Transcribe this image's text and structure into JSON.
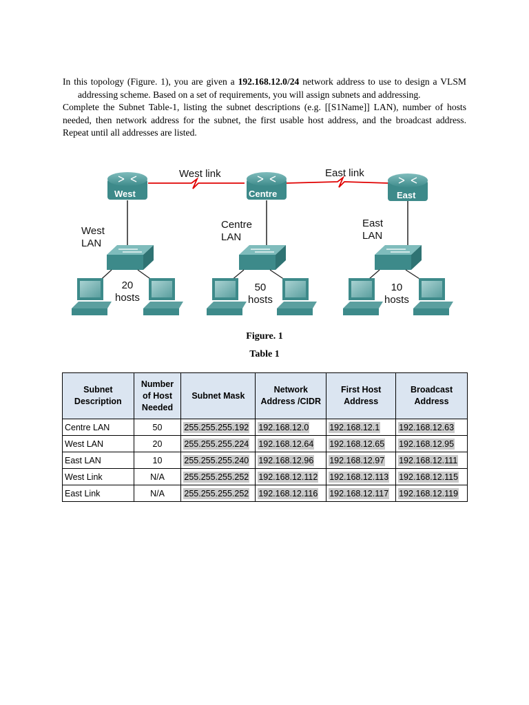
{
  "intro": {
    "p1_pre": "In this topology (Figure. 1), you are given a ",
    "p1_bold": "192.168.12.0/24",
    "p1_post": " network address to use to design a VLSM addressing scheme. Based on a set of requirements, you will assign subnets and addressing.",
    "p2": "Complete the Subnet Table-1, listing the subnet descriptions (e.g. [[S1Name]] LAN), number of hosts needed, then network address for the subnet, the first usable host address, and the broadcast address. Repeat until all addresses are listed."
  },
  "diagram": {
    "routers": {
      "west": "West",
      "centre": "Centre",
      "east": "East"
    },
    "links": {
      "west": "West link",
      "east": "East link"
    },
    "lans": {
      "west": "West\nLAN",
      "centre": "Centre\nLAN",
      "east": "East\nLAN"
    },
    "hosts": {
      "west": "20\nhosts",
      "centre": "50\nhosts",
      "east": "10\nhosts"
    },
    "colors": {
      "link": "#e00000",
      "device": "#3d8a8a"
    }
  },
  "figure_caption": "Figure. 1",
  "table_caption": "Table 1",
  "table": {
    "headers": [
      "Subnet Description",
      "Number of Host Needed",
      "Subnet Mask",
      "Network Address /CIDR",
      "First Host Address",
      "Broadcast Address"
    ],
    "rows": [
      [
        "Centre LAN",
        "50",
        "255.255.255.192",
        "192.168.12.0",
        "192.168.12.1",
        "192.168.12.63"
      ],
      [
        "West LAN",
        "20",
        "255.255.255.224",
        "192.168.12.64",
        "192.168.12.65",
        "192.168.12.95"
      ],
      [
        "East LAN",
        "10",
        "255.255.255.240",
        "192.168.12.96",
        "192.168.12.97",
        "192.168.12.111"
      ],
      [
        "West Link",
        "N/A",
        "255.255.255.252",
        "192.168.12.112",
        "192.168.12.113",
        "192.168.12.115"
      ],
      [
        "East Link",
        "N/A",
        "255.255.255.252",
        "192.168.12.116",
        "192.168.12.117",
        "192.168.12.119"
      ]
    ]
  }
}
